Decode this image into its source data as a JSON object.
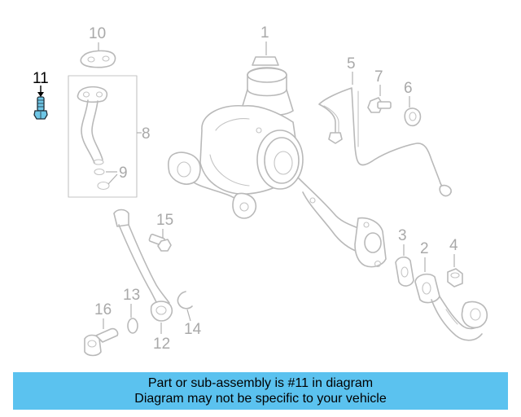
{
  "callouts": {
    "c1": "1",
    "c2": "2",
    "c3": "3",
    "c4": "4",
    "c5": "5",
    "c6": "6",
    "c7": "7",
    "c8": "8",
    "c9": "9",
    "c10": "10",
    "c11": "11",
    "c12": "12",
    "c13": "13",
    "c14": "14",
    "c15": "15",
    "c16": "16"
  },
  "highlighted_part": "11",
  "highlight_color": "#6ec6e6",
  "banner": {
    "line1": "Part or sub-assembly is #11 in diagram",
    "line2": "Diagram may not be specific to your vehicle",
    "color": "#5bc2ef"
  }
}
